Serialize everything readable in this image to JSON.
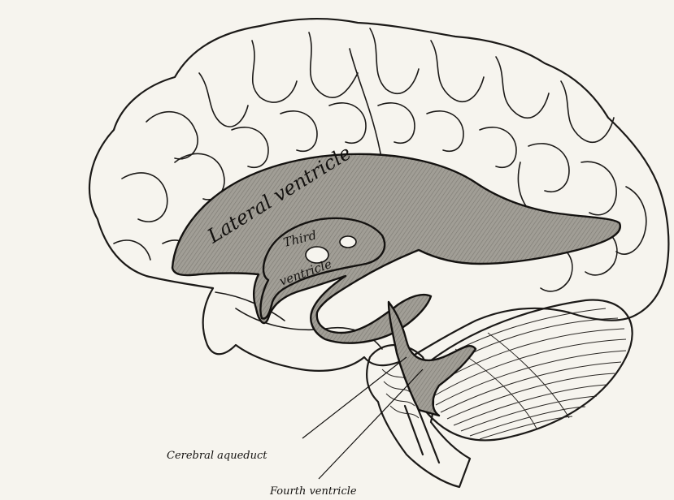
{
  "labels": {
    "lateral_ventricle": "Lateral ventricle",
    "third_ventricle_line1": "Third",
    "third_ventricle_line2": "ventricle",
    "cerebral_aqueduct": "Cerebral aqueduct",
    "fourth_ventricle": "Fourth ventricle"
  },
  "colors": {
    "paper": "#f6f4ee",
    "ink": "#141210",
    "ventricle_shade": "#9b9890"
  }
}
